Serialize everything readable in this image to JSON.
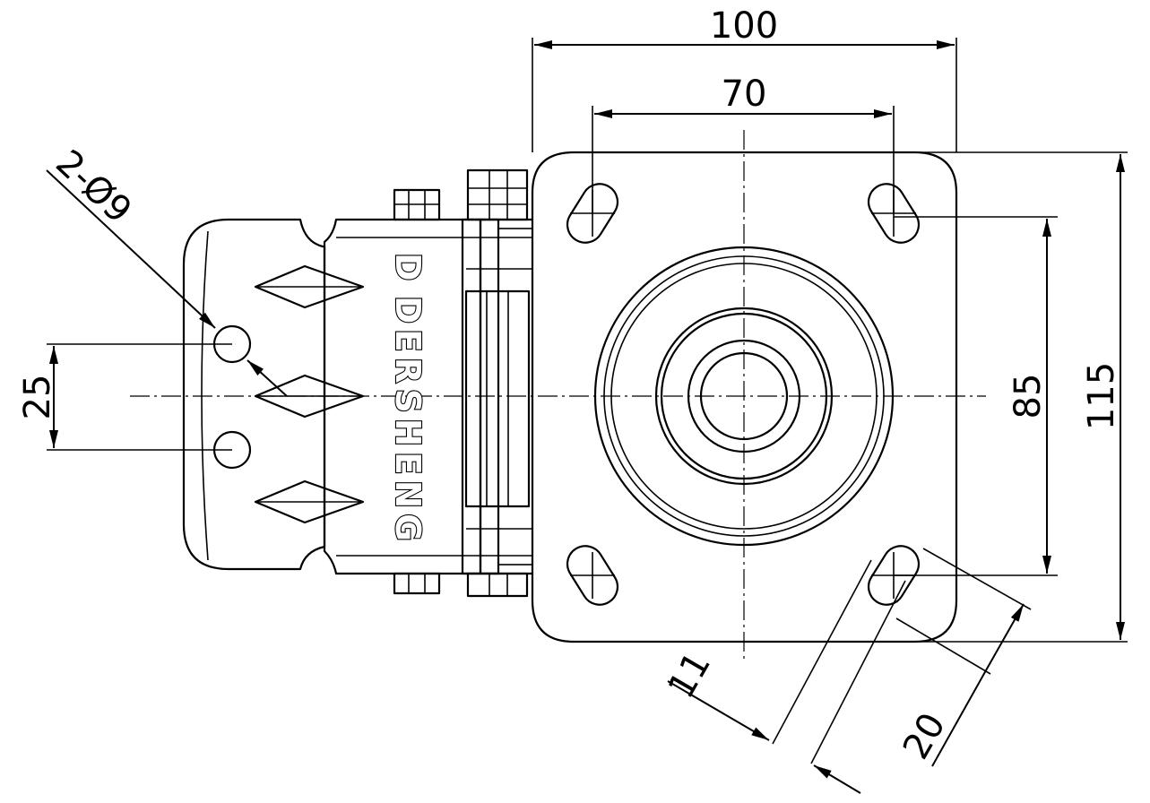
{
  "brand": {
    "name": "DERSHENG",
    "logo_letter": "D"
  },
  "dimensions": {
    "width_overall": "100",
    "hole_spacing_x": "70",
    "hole_spacing_y": "85",
    "height_overall": "115",
    "slot_width": "11",
    "slot_length": "20",
    "brake_hole_pitch": "25",
    "brake_holes": "2-Ø9"
  },
  "colors": {
    "line": "#000000",
    "background": "#ffffff"
  }
}
